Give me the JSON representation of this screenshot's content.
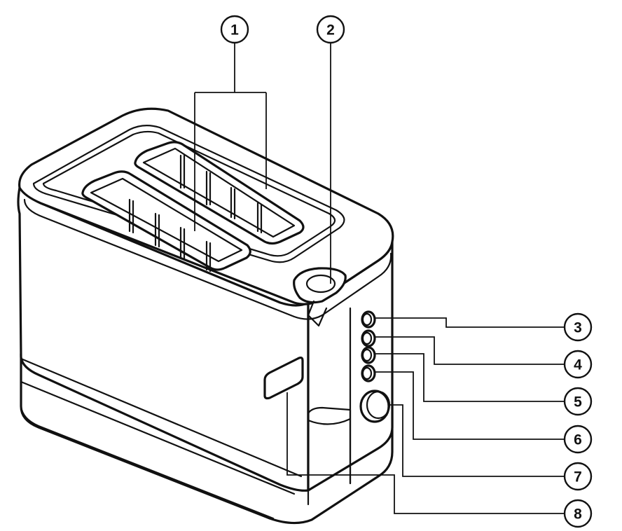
{
  "figure": {
    "subject": "toaster-with-numbered-parts",
    "line_color": "#111111",
    "background": "#ffffff"
  },
  "callouts": [
    {
      "id": "1",
      "label": "1"
    },
    {
      "id": "2",
      "label": "2"
    },
    {
      "id": "3",
      "label": "3"
    },
    {
      "id": "4",
      "label": "4"
    },
    {
      "id": "5",
      "label": "5"
    },
    {
      "id": "6",
      "label": "6"
    },
    {
      "id": "7",
      "label": "7"
    },
    {
      "id": "8",
      "label": "8"
    }
  ]
}
